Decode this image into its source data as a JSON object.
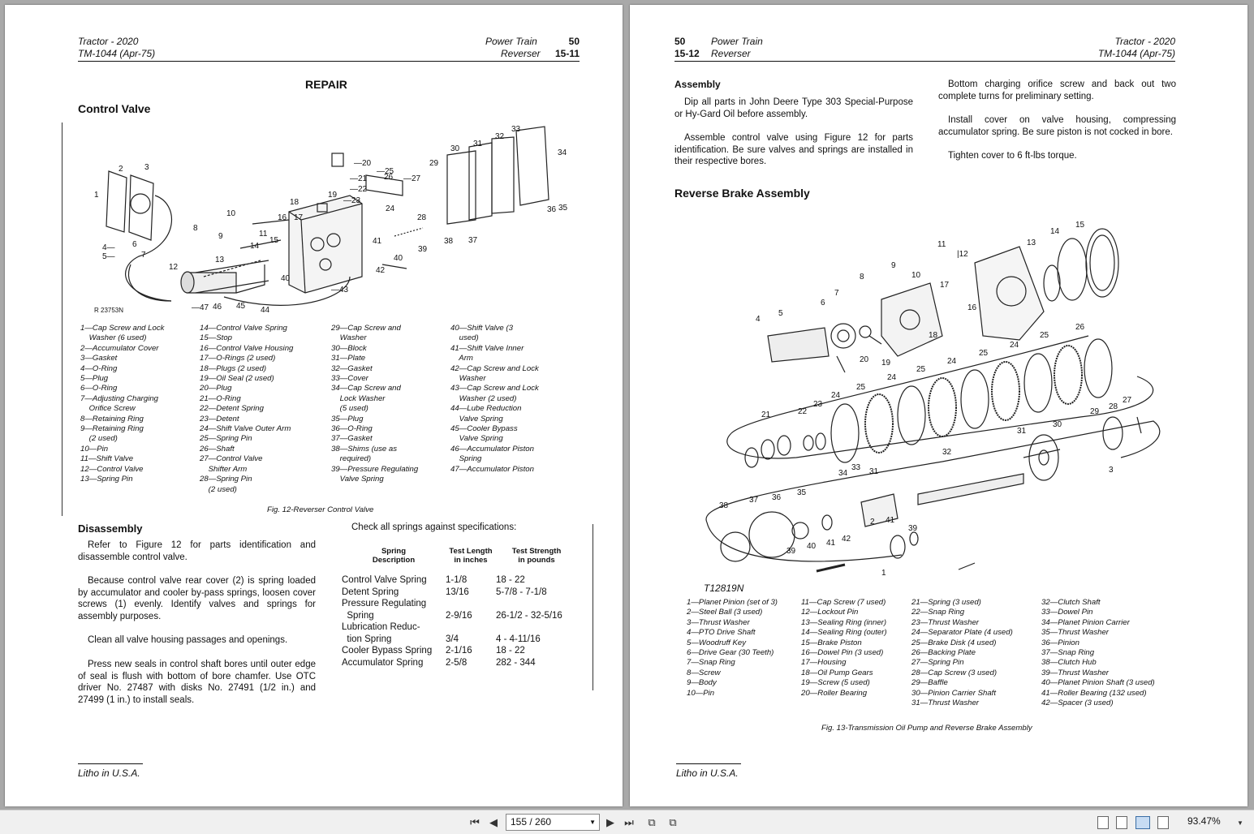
{
  "left_page": {
    "header_left": [
      "Tractor - 2020",
      "TM-1044   (Apr-75)"
    ],
    "header_right": [
      "Power Train",
      "Reverser"
    ],
    "header_right_nums": [
      "50",
      "15-11"
    ],
    "section_title": "REPAIR",
    "subsection_title": "Control Valve",
    "figure_code": "R 23753N",
    "legend": [
      [
        "1—Cap Screw and Lock",
        "    Washer (6 used)",
        "2—Accumulator Cover",
        "3—Gasket",
        "4—O-Ring",
        "5—Plug",
        "6—O-Ring",
        "7—Adjusting Charging",
        "    Orifice Screw",
        "8—Retaining Ring",
        "9—Retaining Ring",
        "    (2 used)",
        "10—Pin",
        "11—Shift Valve",
        "12—Control Valve",
        "13—Spring Pin"
      ],
      [
        "14—Control Valve Spring",
        "15—Stop",
        "16—Control Valve Housing",
        "17—O-Rings (2 used)",
        "18—Plugs (2 used)",
        "19—Oil Seal (2 used)",
        "20—Plug",
        "21—O-Ring",
        "22—Detent Spring",
        "23—Detent",
        "24—Shift Valve Outer Arm",
        "25—Spring Pin",
        "26—Shaft",
        "27—Control Valve",
        "    Shifter Arm",
        "28—Spring Pin",
        "    (2 used)"
      ],
      [
        "29—Cap Screw and",
        "    Washer",
        "30—Block",
        "31—Plate",
        "32—Gasket",
        "33—Cover",
        "34—Cap Screw and",
        "    Lock Washer",
        "    (5 used)",
        "35—Plug",
        "36—O-Ring",
        "37—Gasket",
        "38—Shims (use as",
        "    required)",
        "39—Pressure Regulating",
        "    Valve Spring"
      ],
      [
        "40—Shift Valve (3",
        "    used)",
        "41—Shift Valve Inner",
        "    Arm",
        "42—Cap Screw and Lock",
        "    Washer",
        "43—Cap Screw and Lock",
        "    Washer (2 used)",
        "44—Lube Reduction",
        "    Valve Spring",
        "45—Cooler Bypass",
        "    Valve Spring",
        "46—Accumulator Piston",
        "    Spring",
        "47—Accumulator Piston"
      ]
    ],
    "caption": "Fig. 12-Reverser Control Valve",
    "disassembly_title": "Disassembly",
    "paragraphs": [
      "Refer to Figure 12 for parts identification and disassemble control valve.",
      "Because control valve rear cover (2) is spring loaded by accumulator and cooler by-pass springs, loosen cover screws (1) evenly. Identify valves and springs for assembly purposes.",
      "Clean all valve housing passages and openings.",
      "Press new seals in control shaft bores until outer edge of seal is flush with bottom of bore chamfer. Use OTC driver No. 27487 with disks No. 27491 (1/2 in.) and 27499 (1 in.) to install seals."
    ],
    "spec_intro": "Check all springs against specifications:",
    "spec_headers": [
      "Spring\nDescription",
      "Test Length\nin inches",
      "Test Strength\nin pounds"
    ],
    "spec_rows": [
      [
        "Control Valve Spring",
        "1-1/8",
        "18 - 22"
      ],
      [
        "Detent Spring",
        "13/16",
        "5-7/8 - 7-1/8"
      ],
      [
        "Pressure Regulating\n  Spring",
        "2-9/16",
        "26-1/2 - 32-5/16"
      ],
      [
        "Lubrication Reduc-\n  tion Spring",
        "3/4",
        "4 - 4-11/16"
      ],
      [
        "Cooler Bypass Spring",
        "2-1/16",
        "18 - 22"
      ],
      [
        "Accumulator Spring",
        "2-5/8",
        "282 - 344"
      ]
    ],
    "footer": "Litho in U.S.A."
  },
  "right_page": {
    "header_left_nums": [
      "50",
      "15-12"
    ],
    "header_left": [
      "Power Train",
      "Reverser"
    ],
    "header_right": [
      "Tractor - 2020",
      "TM-1044   (Apr-75)"
    ],
    "assembly_title": "Assembly",
    "paragraphs_left": [
      "Dip all parts in John Deere Type 303 Special-Purpose or Hy-Gard Oil before assembly.",
      "Assemble control valve using Figure 12 for parts identification. Be sure valves and springs are installed in their respective bores."
    ],
    "paragraphs_right": [
      "Bottom charging orifice screw and back out two complete turns for preliminary setting.",
      "Install cover on valve housing, compressing accumulator spring. Be sure piston is not cocked in bore.",
      "Tighten cover to 6 ft-lbs torque."
    ],
    "section_title": "Reverse Brake Assembly",
    "figure_code": "T12819N",
    "legend": [
      [
        "1—Planet Pinion (set of 3)",
        "2—Steel Ball (3 used)",
        "3—Thrust Washer",
        "4—PTO Drive Shaft",
        "5—Woodruff Key",
        "6—Drive Gear (30 Teeth)",
        "7—Snap Ring",
        "8—Screw",
        "9—Body",
        "10—Pin"
      ],
      [
        "11—Cap Screw (7 used)",
        "12—Lockout Pin",
        "13—Sealing Ring (inner)",
        "14—Sealing Ring (outer)",
        "15—Brake Piston",
        "16—Dowel Pin (3 used)",
        "17—Housing",
        "18—Oil Pump Gears",
        "19—Screw (5 used)",
        "20—Roller Bearing"
      ],
      [
        "21—Spring (3 used)",
        "22—Snap Ring",
        "23—Thrust Washer",
        "24—Separator Plate (4 used)",
        "25—Brake Disk (4 used)",
        "26—Backing Plate",
        "27—Spring Pin",
        "28—Cap Screw (3 used)",
        "29—Baffle",
        "30—Pinion Carrier Shaft",
        "31—Thrust Washer"
      ],
      [
        "32—Clutch Shaft",
        "33—Dowel Pin",
        "34—Planet Pinion Carrier",
        "35—Thrust Washer",
        "36—Pinion",
        "37—Snap Ring",
        "38—Clutch Hub",
        "39—Thrust Washer",
        "40—Planet Pinion Shaft (3 used)",
        "41—Roller Bearing (132 used)",
        "42—Spacer (3 used)"
      ]
    ],
    "caption": "Fig. 13-Transmission Oil Pump and Reverse Brake Assembly",
    "footer": "Litho in U.S.A."
  },
  "toolbar": {
    "page_indicator": "155 / 260",
    "zoom": "93.47%",
    "first_icon": "first-page-icon",
    "prev_icon": "prev-page-icon",
    "next_icon": "next-page-icon",
    "last_icon": "last-page-icon"
  }
}
